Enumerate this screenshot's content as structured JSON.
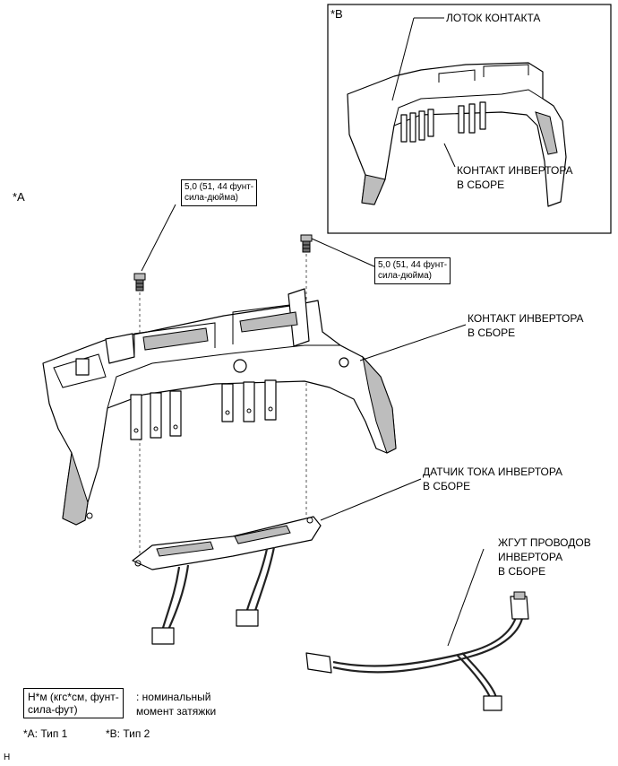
{
  "inset": {
    "tag": "*B",
    "label_tray": "ЛОТОК КОНТАКТА",
    "label_contact_1": "КОНТАКТ ИНВЕРТОРА",
    "label_contact_2": "В СБОРЕ"
  },
  "main": {
    "tag": "*A",
    "torque_left_1": "5,0 (51, 44 фунт-",
    "torque_left_2": "сила-дюйма)",
    "torque_right_1": "5,0 (51, 44 фунт-",
    "torque_right_2": "сила-дюйма)",
    "contact_1": "КОНТАКТ ИНВЕРТОРА",
    "contact_2": "В СБОРЕ",
    "sensor_1": "ДАТЧИК ТОКА ИНВЕРТОРА",
    "sensor_2": "В СБОРЕ",
    "harness_1": "ЖГУТ ПРОВОДОВ",
    "harness_2": "ИНВЕРТОРА",
    "harness_3": "В СБОРЕ"
  },
  "legend": {
    "unit_1": "Н*м (кгс*см, фунт-",
    "unit_2": "сила-фут)",
    "desc_1": ": номинальный",
    "desc_2": "момент затяжки",
    "type_a": "*A: Тип 1",
    "type_b": "*B: Тип 2"
  },
  "footer": {
    "code": "H"
  }
}
